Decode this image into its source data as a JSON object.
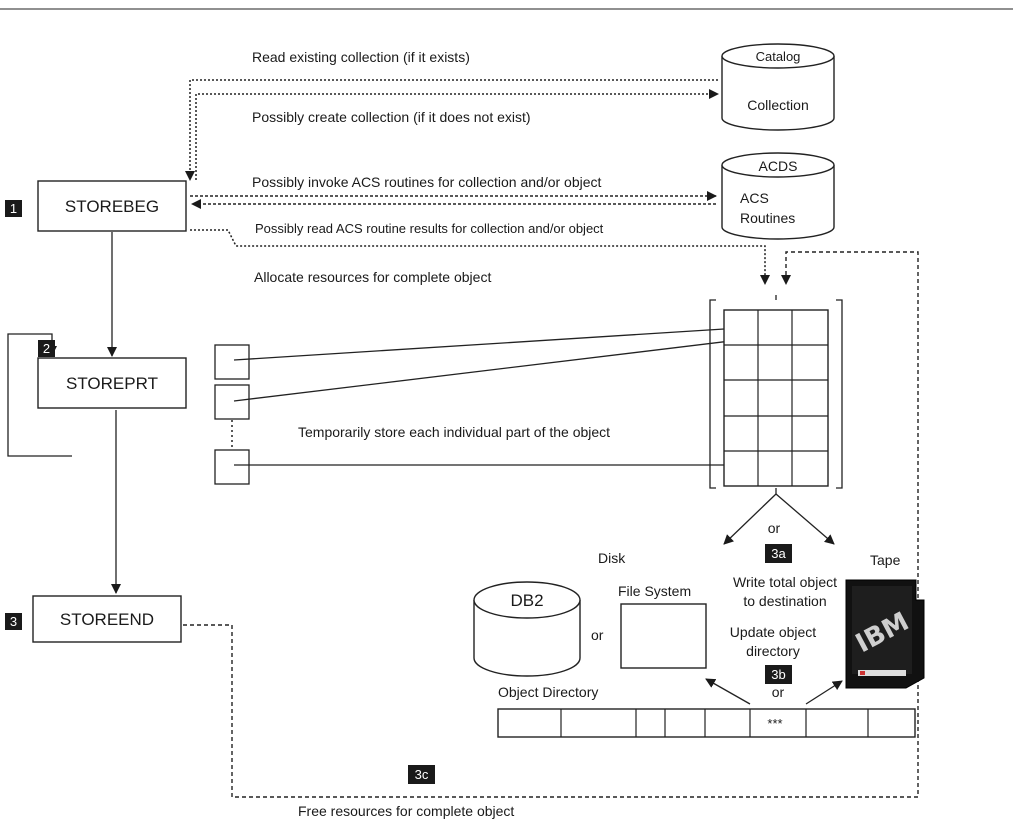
{
  "steps": {
    "s1": "1",
    "s2": "2",
    "s3": "3",
    "s3a": "3a",
    "s3b": "3b",
    "s3c": "3c"
  },
  "boxes": {
    "storebeg": "STOREBEG",
    "storeprt": "STOREPRT",
    "storeend": "STOREEND"
  },
  "cylinders": {
    "catalog_top": "Catalog",
    "catalog_body": "Collection",
    "acds_top": "ACDS",
    "acds_body_1": "ACS",
    "acds_body_2": "Routines",
    "db2": "DB2"
  },
  "labels": {
    "read_collection": "Read existing collection (if it exists)",
    "create_collection": "Possibly create collection (if it does not exist)",
    "invoke_acs": "Possibly invoke ACS routines for collection and/or object",
    "read_acs": "Possibly read ACS routine results for collection and/or object",
    "allocate": "Allocate resources for complete object",
    "temp_store": "Temporarily store each individual part of the object",
    "or_top": "or",
    "disk": "Disk",
    "tape": "Tape",
    "file_system": "File System",
    "or_mid": "or",
    "write_total_1": "Write total object",
    "write_total_2": "to destination",
    "update_dir_1": "Update object",
    "update_dir_2": "directory",
    "or_bottom": "or",
    "object_directory": "Object Directory",
    "dir_marker": "***",
    "free": "Free resources for complete object",
    "tape_brand": "IBM"
  }
}
